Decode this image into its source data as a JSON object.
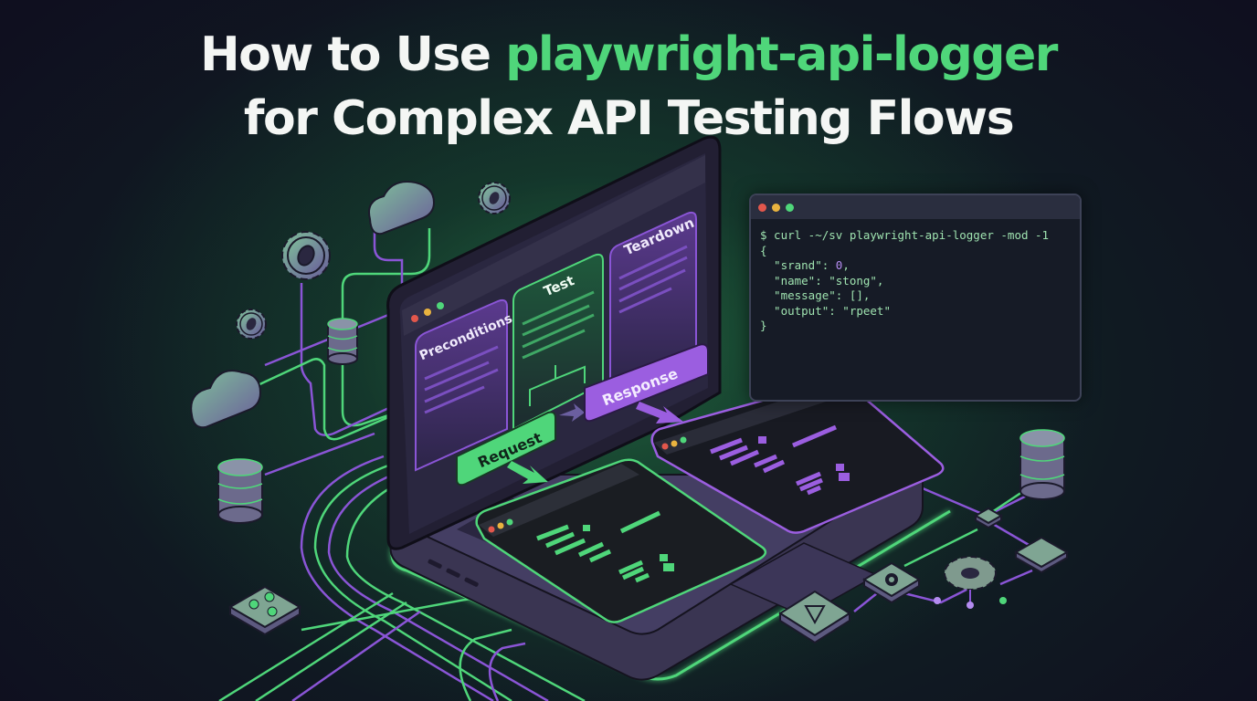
{
  "header": {
    "title_line1_prefix": "How to Use ",
    "title_line1_highlight": "playwright-api-logger",
    "title_line2": "for Complex API Testing Flows"
  },
  "laptop_screen": {
    "window_dots": [
      "#e2574c",
      "#e9b33f",
      "#4fd67a"
    ],
    "panels": [
      {
        "label": "Preconditions",
        "color": "#8a55d6"
      },
      {
        "label": "Test",
        "color": "#4fd67a"
      },
      {
        "label": "Teardown",
        "color": "#8a55d6"
      }
    ],
    "request_label": "Request",
    "response_label": "Response"
  },
  "terminal": {
    "window_dots": [
      "#e2574c",
      "#e9b33f",
      "#4fd67a"
    ],
    "command": "$ curl -~/sv playwright-api-logger -mod -1",
    "lines": [
      "{",
      "  \"srand\": ",
      "  \"name\": \"stong\",",
      "  \"message\": [],",
      "  \"output\": \"rpeet\"",
      "}"
    ],
    "srand_value": "0",
    "srand_suffix": ","
  },
  "icons": [
    "cloud",
    "gear",
    "database",
    "network-node",
    "settings-tile",
    "code-tile",
    "hub"
  ],
  "colors": {
    "background": "#0f0f1f",
    "accent_green": "#4fd67a",
    "accent_purple": "#8a55d6",
    "laptop_body": "#3a3552",
    "terminal_bg": "#161b26"
  }
}
